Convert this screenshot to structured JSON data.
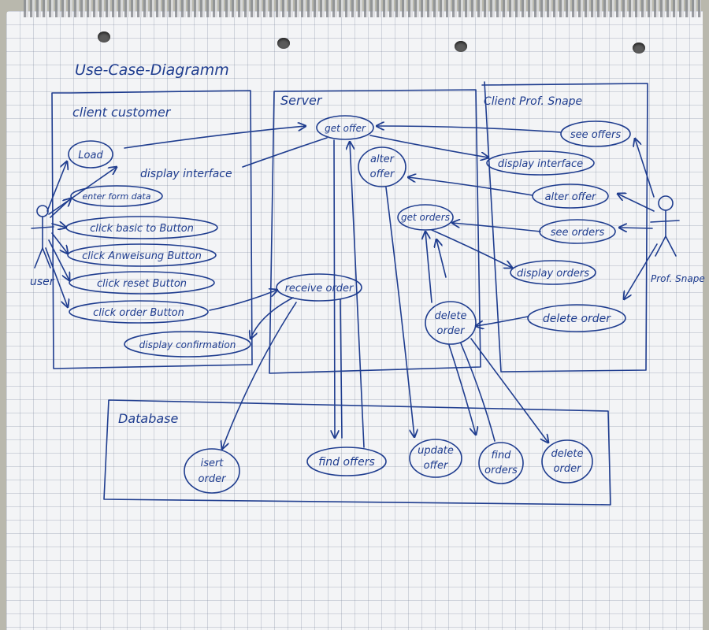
{
  "title": "Use-Case-Diagramm",
  "systems": {
    "client_customer": "client customer",
    "server": "Server",
    "client_snape": "Client Prof. Snape",
    "database": "Database"
  },
  "actors": {
    "user": "user",
    "snape": "Prof. Snape"
  },
  "use_cases": {
    "load": "Load",
    "display_interface_left": "display interface",
    "enter_form_data": "enter form data",
    "click_basic_button": "click basic to Button",
    "click_anweisung_button": "click Anweisung Button",
    "click_reset_button": "click reset Button",
    "click_order_button": "click order Button",
    "display_confirmation": "display confirmation",
    "get_offer": "get offer",
    "alter_offer_server": [
      "alter",
      "offer"
    ],
    "get_orders": "get orders",
    "receive_order": "receive order",
    "delete_order_server": [
      "delete",
      "order"
    ],
    "see_offers": "see offers",
    "display_interface_right": "display interface",
    "alter_offer_client": "alter offer",
    "see_orders": "see orders",
    "display_orders": "display orders",
    "delete_order_client": "delete order",
    "insert_order": [
      "isert",
      "order"
    ],
    "find_offers": "find offers",
    "update_offer": [
      "update",
      "offer"
    ],
    "find_orders": [
      "find",
      "orders"
    ],
    "delete_order_db": [
      "delete",
      "order"
    ]
  },
  "colors": {
    "ink": "#1f3d8f",
    "paper": "#f3f4f6",
    "grid": "#c5cad4",
    "background": "#b9b8ad"
  }
}
